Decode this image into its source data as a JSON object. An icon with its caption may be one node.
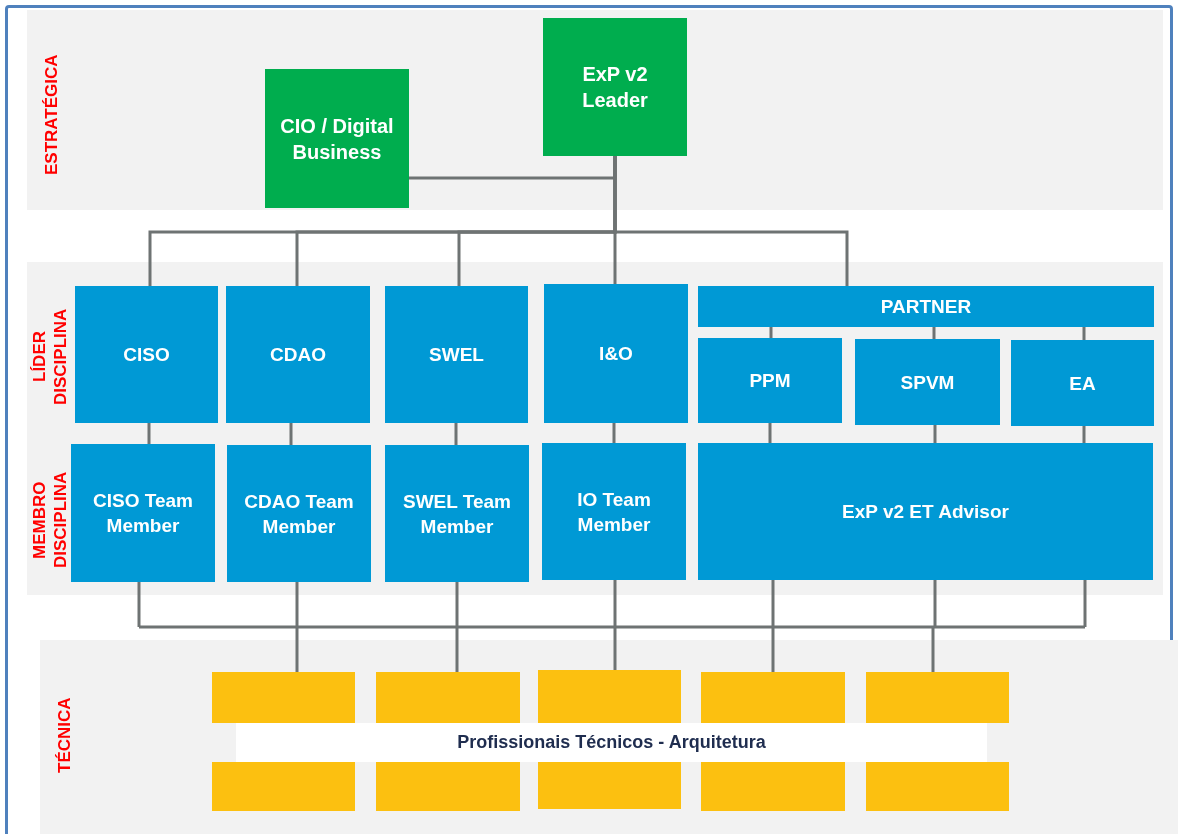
{
  "diagram": {
    "nodes": [
      {
        "text": [
          "ESTRATÉGICA"
        ]
      },
      {
        "text": [
          "CIO / Digital Business"
        ],
        "in": 0
      },
      {
        "text": [
          "ExP v2 Leader"
        ],
        "in": 0
      },
      {
        "text": [
          "LÍDER DISCIPLINA",
          "MEMBRO DISCIPLINA"
        ]
      },
      {
        "text": [
          "CISO"
        ],
        "in": 3
      },
      {
        "text": [
          "CDAO"
        ],
        "in": 3
      },
      {
        "text": [
          "SWEL"
        ],
        "in": 3
      },
      {
        "text": [
          "I&O"
        ],
        "in": 3
      },
      {
        "text": [
          "PARTNER"
        ],
        "in": 3
      },
      {
        "text": [
          "PPM"
        ],
        "in": 3
      },
      {
        "text": [
          "SPVM"
        ],
        "in": 3
      },
      {
        "text": [
          "EA"
        ],
        "in": 3
      },
      {
        "text": [
          "CISO Team Member"
        ],
        "in": 3
      },
      {
        "text": [
          "CDAO Team Member"
        ],
        "in": 3
      },
      {
        "text": [
          "SWEL Team Member"
        ],
        "in": 3
      },
      {
        "text": [
          "IO Team Member"
        ],
        "in": 3
      },
      {
        "text": [
          "ExP v2 ET Advisor"
        ],
        "in": 3
      },
      {
        "text": [
          "TÉCNICA"
        ]
      },
      {
        "text": [],
        "shape": "box",
        "in": 17
      },
      {
        "text": [],
        "shape": "box",
        "in": 17
      },
      {
        "text": [],
        "shape": "box",
        "in": 17
      },
      {
        "text": [],
        "shape": "box",
        "in": 17
      },
      {
        "text": [],
        "shape": "box",
        "in": 17
      },
      {
        "text": [
          "Profissionais Técnicos - Arquitetura"
        ],
        "in": 17
      },
      {
        "text": [],
        "shape": "box",
        "in": 17
      },
      {
        "text": [],
        "shape": "box",
        "in": 17
      },
      {
        "text": [],
        "shape": "box",
        "in": 17
      },
      {
        "text": [],
        "shape": "box",
        "in": 17
      },
      {
        "text": [],
        "shape": "box",
        "in": 17
      }
    ],
    "edges": [
      {
        "from": 1,
        "to": 2,
        "arrow": "none"
      },
      {
        "from": 2,
        "to": 4,
        "arrow": "none"
      },
      {
        "from": 2,
        "to": 5,
        "arrow": "none"
      },
      {
        "from": 2,
        "to": 6,
        "arrow": "none"
      },
      {
        "from": 2,
        "to": 7,
        "arrow": "none"
      },
      {
        "from": 2,
        "to": 8,
        "arrow": "none"
      },
      {
        "from": 8,
        "to": 9,
        "arrow": "none"
      },
      {
        "from": 8,
        "to": 10,
        "arrow": "none"
      },
      {
        "from": 8,
        "to": 11,
        "arrow": "none"
      },
      {
        "from": 4,
        "to": 12,
        "arrow": "none"
      },
      {
        "from": 5,
        "to": 13,
        "arrow": "none"
      },
      {
        "from": 6,
        "to": 14,
        "arrow": "none"
      },
      {
        "from": 7,
        "to": 15,
        "arrow": "none"
      },
      {
        "from": 9,
        "to": 16,
        "arrow": "none"
      },
      {
        "from": 10,
        "to": 16,
        "arrow": "none"
      },
      {
        "from": 11,
        "to": 16,
        "arrow": "none"
      },
      {
        "from": 12,
        "to": 18,
        "arrow": "none"
      },
      {
        "from": 12,
        "to": 19,
        "arrow": "none"
      },
      {
        "from": 12,
        "to": 20,
        "arrow": "none"
      },
      {
        "from": 12,
        "to": 21,
        "arrow": "none"
      },
      {
        "from": 12,
        "to": 22,
        "arrow": "none"
      },
      {
        "from": 13,
        "to": 18,
        "arrow": "none"
      },
      {
        "from": 13,
        "to": 19,
        "arrow": "none"
      },
      {
        "from": 13,
        "to": 20,
        "arrow": "none"
      },
      {
        "from": 13,
        "to": 21,
        "arrow": "none"
      },
      {
        "from": 13,
        "to": 22,
        "arrow": "none"
      },
      {
        "from": 14,
        "to": 18,
        "arrow": "none"
      },
      {
        "from": 14,
        "to": 19,
        "arrow": "none"
      },
      {
        "from": 14,
        "to": 20,
        "arrow": "none"
      },
      {
        "from": 14,
        "to": 21,
        "arrow": "none"
      },
      {
        "from": 14,
        "to": 22,
        "arrow": "none"
      },
      {
        "from": 15,
        "to": 18,
        "arrow": "none"
      },
      {
        "from": 15,
        "to": 19,
        "arrow": "none"
      },
      {
        "from": 15,
        "to": 20,
        "arrow": "none"
      },
      {
        "from": 15,
        "to": 21,
        "arrow": "none"
      },
      {
        "from": 15,
        "to": 22,
        "arrow": "none"
      },
      {
        "from": 16,
        "to": 18,
        "arrow": "none"
      },
      {
        "from": 16,
        "to": 19,
        "arrow": "none"
      },
      {
        "from": 16,
        "to": 20,
        "arrow": "none"
      },
      {
        "from": 16,
        "to": 21,
        "arrow": "none"
      },
      {
        "from": 16,
        "to": 22,
        "arrow": "none"
      }
    ]
  }
}
